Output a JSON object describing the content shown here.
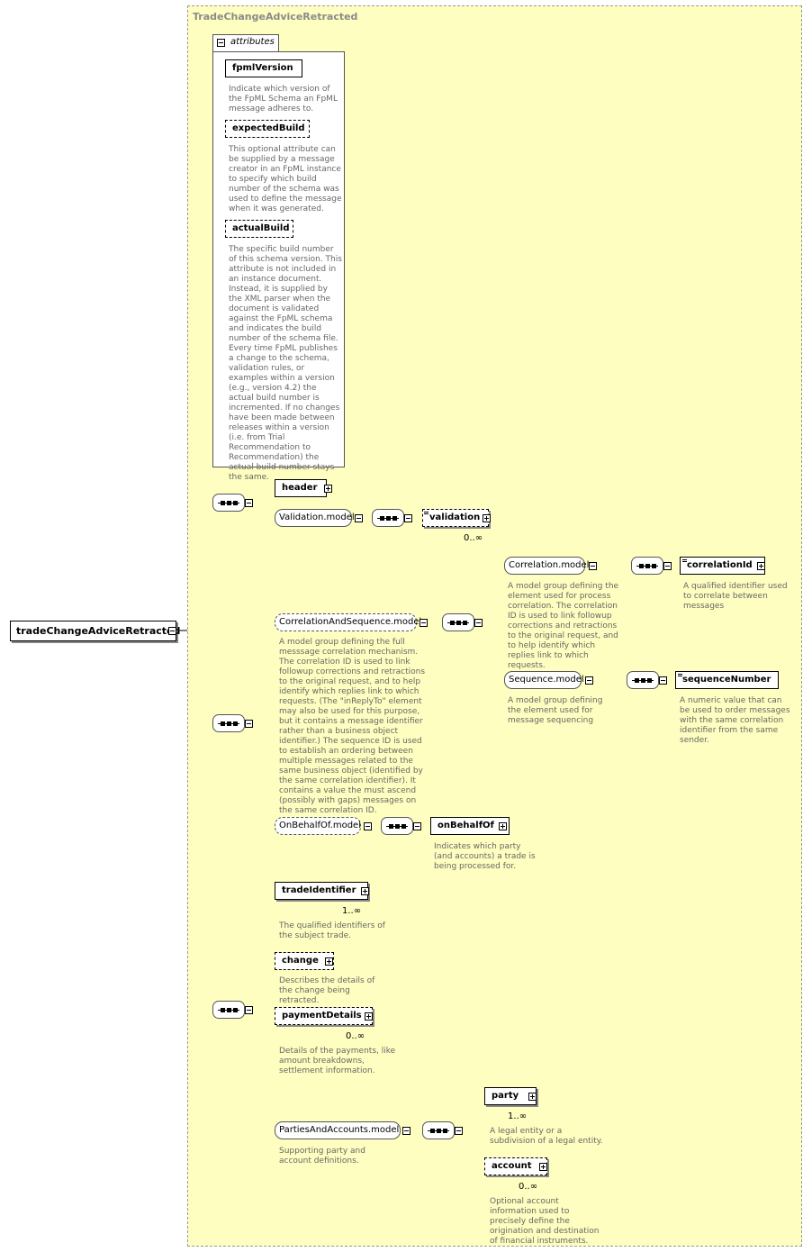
{
  "diagram": {
    "root": "tradeChangeAdviceRetracted",
    "type_name": "TradeChangeAdviceRetracted",
    "attributes_label": "attributes",
    "attributes": [
      {
        "name": "fpmlVersion",
        "doc": "Indicate which version of the FpML Schema an FpML message adheres to."
      },
      {
        "name": "expectedBuild",
        "doc": "This optional attribute can be supplied by a message creator in an FpML instance to specify which build number of the schema was used to define the message when it was generated."
      },
      {
        "name": "actualBuild",
        "doc": "The specific build number of this schema version. This attribute is not included in an instance document. Instead, it is supplied by the XML parser when the document is validated against the FpML schema and indicates the build number of the schema file. Every time FpML publishes a change to the schema, validation rules, or examples within a version (e.g., version 4.2) the actual build number is incremented. If no changes have been made between releases within a version (i.e. from Trial Recommendation to Recommendation) the actual build number stays the same."
      }
    ],
    "header": "header",
    "validation_model": "Validation.model",
    "validation": "validation",
    "validation_occ": "0..∞",
    "correlation_and_sequence_model": "CorrelationAndSequence.model",
    "correlation_and_sequence_doc": "A model group defining the full messsage correlation mechanism. The correlation ID is used to link followup corrections and retractions to the original request, and to help identify which replies link to which requests. (The \"inReplyTo\" element may also be used for this purpose, but it contains a message identifier rather than a business object identifier.) The sequence ID is used to establish an ordering between multiple messages related to the same business object (identified by the same correlation identifier). It contains a value the must ascend (possibly with gaps) messages on the same correlation ID.",
    "correlation_model": "Correlation.model",
    "correlation_model_doc": "A model group defining the element used for process correlation. The correlation ID is used to link followup corrections and retractions to the original request, and to help identify which replies link to which requests.",
    "correlation_id": "correlationId",
    "correlation_id_doc": "A qualified identifier used to correlate between messages",
    "sequence_model": "Sequence.model",
    "sequence_model_doc": "A model group defining the element used for message sequencing",
    "sequence_number": "sequenceNumber",
    "sequence_number_doc": "A numeric value that can be used to order messages with the same correlation identifier from the same sender.",
    "on_behalf_of_model": "OnBehalfOf.model",
    "on_behalf_of": "onBehalfOf",
    "on_behalf_of_doc": "Indicates which party (and accounts) a trade is being processed for.",
    "trade_identifier": "tradeIdentifier",
    "trade_identifier_occ": "1..∞",
    "trade_identifier_doc": "The qualified identifiers of the subject trade.",
    "change": "change",
    "change_doc": "Describes the details of the change being retracted.",
    "payment_details": "paymentDetails",
    "payment_details_occ": "0..∞",
    "payment_details_doc": "Details of the payments, like amount breakdowns, settlement information.",
    "parties_and_accounts_model": "PartiesAndAccounts.model",
    "parties_and_accounts_doc": "Supporting party and account definitions.",
    "party": "party",
    "party_occ": "1..∞",
    "party_doc": "A legal entity or a subdivision of a legal entity.",
    "account": "account",
    "account_occ": "0..∞",
    "account_doc": "Optional account information used to precisely define the origination and destination of financial instruments."
  }
}
